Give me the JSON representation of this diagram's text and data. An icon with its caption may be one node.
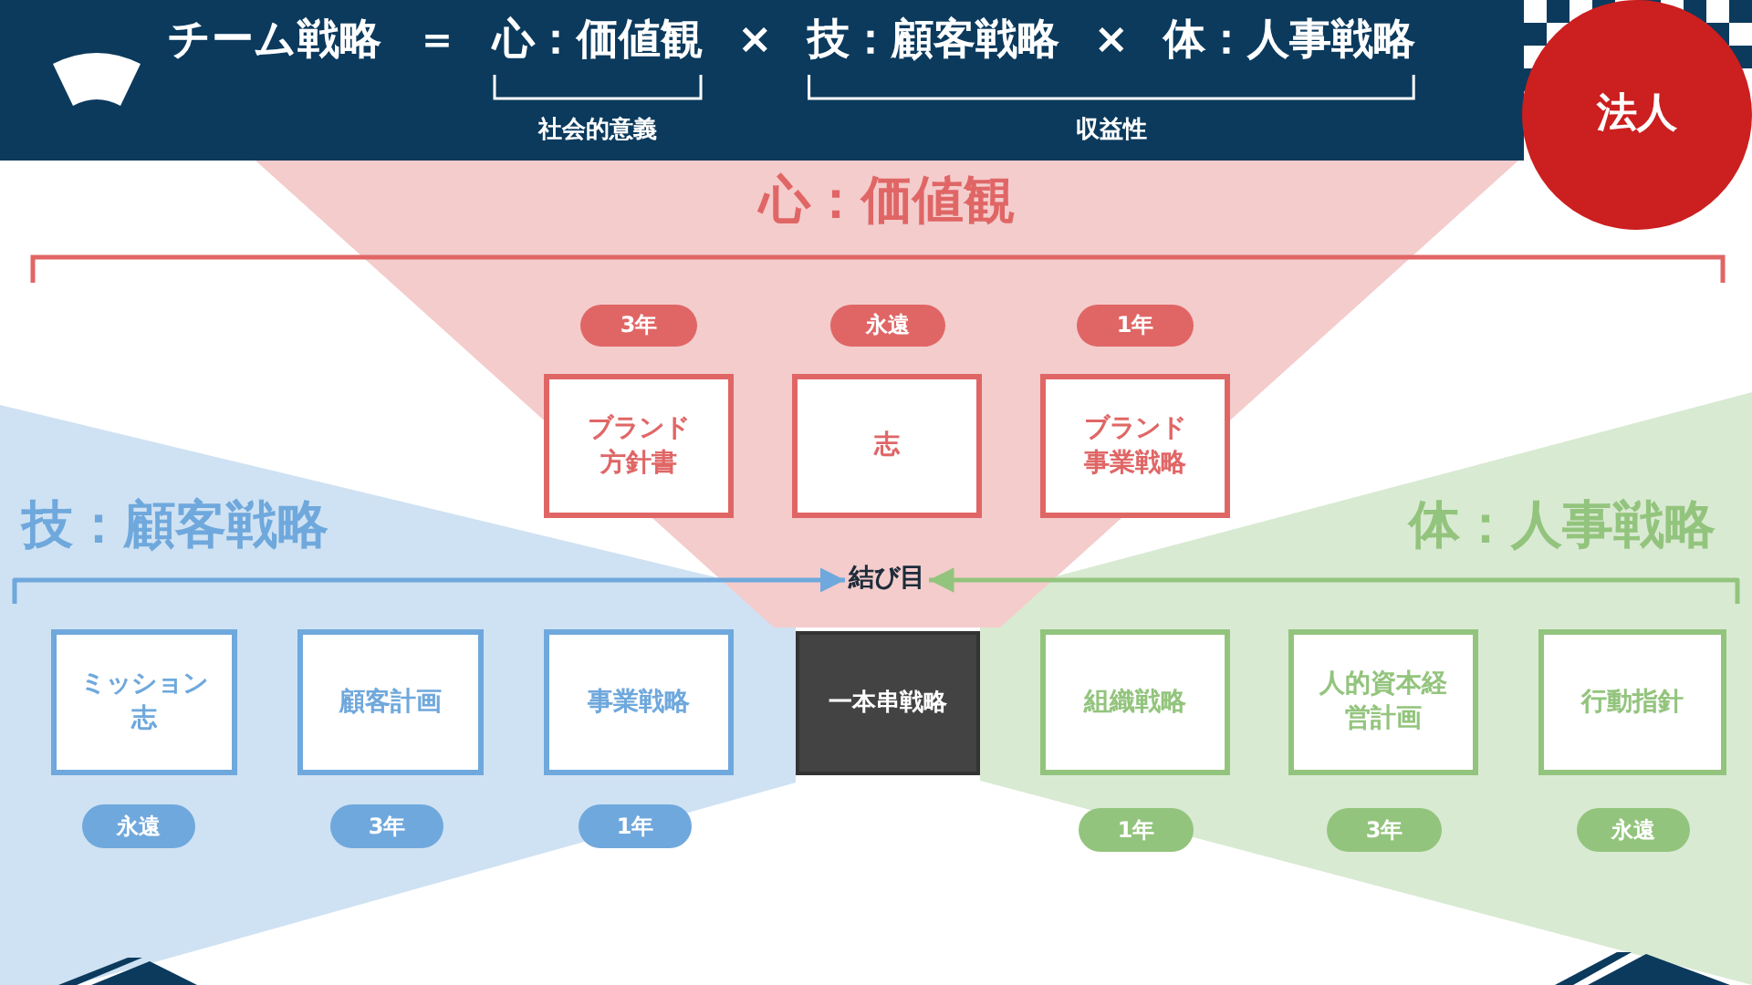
{
  "diagram": {
    "title": "チーム戦略 ＝ 心：価値観 × 技：顧客戦略 × 体：人事戦略",
    "nodes": [
      {
        "text": [
          "法人"
        ]
      },
      {
        "text": [
          "心：価値観"
        ]
      },
      {
        "text": [
          "ブランド方針書"
        ],
        "beside": [
          "3年"
        ],
        "in": 1
      },
      {
        "text": [
          "志"
        ],
        "beside": [
          "永遠"
        ],
        "in": 1
      },
      {
        "text": [
          "ブランド事業戦略"
        ],
        "beside": [
          "1年"
        ],
        "in": 1
      },
      {
        "text": [
          "技：顧客戦略"
        ]
      },
      {
        "text": [
          "体：人事戦略"
        ]
      },
      {
        "text": [
          "結び目"
        ],
        "in": 1
      },
      {
        "text": [
          "ミッション志"
        ],
        "beside": [
          "永遠"
        ],
        "in": 5
      },
      {
        "text": [
          "顧客計画"
        ],
        "beside": [
          "3年"
        ],
        "in": 5
      },
      {
        "text": [
          "事業戦略"
        ],
        "beside": [
          "1年"
        ],
        "in": 5
      },
      {
        "text": [
          "一本串戦略"
        ]
      },
      {
        "text": [
          "組織戦略"
        ],
        "beside": [
          "1年"
        ],
        "in": 6
      },
      {
        "text": [
          "人的資本経営計画"
        ],
        "beside": [
          "3年"
        ],
        "in": 6
      },
      {
        "text": [
          "行動指針"
        ],
        "beside": [
          "永遠"
        ],
        "in": 6
      }
    ],
    "edges": [
      {
        "from": 5,
        "to": 7,
        "arrow": "to",
        "color": "#6fa8dc"
      },
      {
        "from": 6,
        "to": 7,
        "arrow": "to",
        "color": "#93c47d"
      }
    ],
    "labels": [
      "社会的意義",
      "収益性"
    ]
  }
}
